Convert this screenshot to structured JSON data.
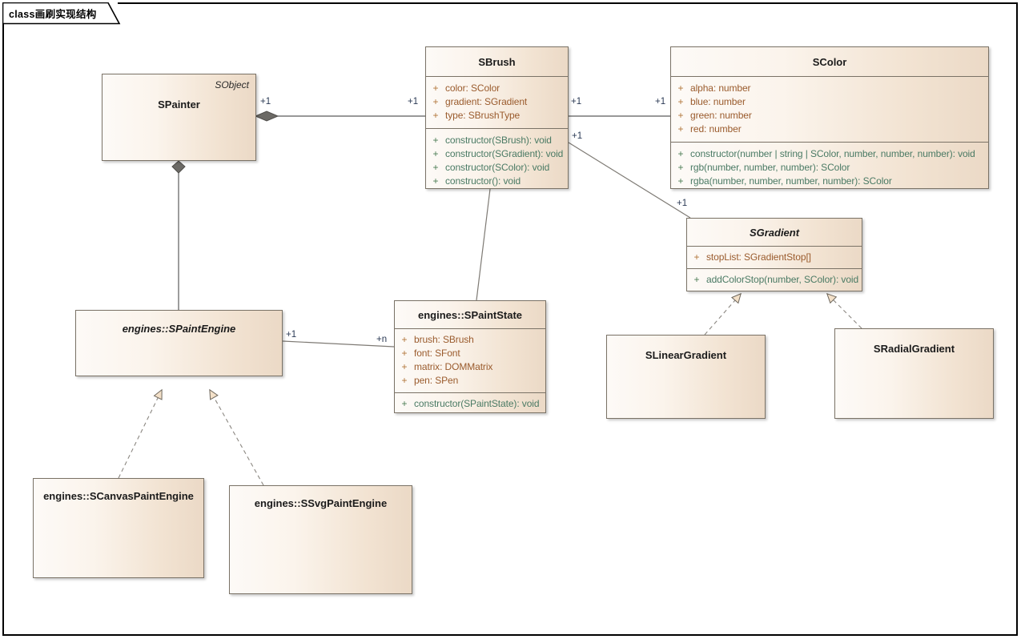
{
  "diagram": {
    "tab_label": "class画刷实现结构",
    "palette": {
      "box_fill_light": "#fdfaf7",
      "box_fill_dark": "#ebd9c6",
      "box_border": "#7a7266",
      "attribute_text": "#9a5b2d",
      "operation_text": "#4a7a64",
      "visibility_attr": "#b2763a",
      "visibility_op": "#4c7d55",
      "multiplicity_text": "#2b3a55",
      "link_line": "#5c5c5c",
      "arrow_fill": "#f2dfc6",
      "page_background": "#ffffff"
    }
  },
  "classes": {
    "spainter": {
      "name": "SPainter",
      "stereotype": "SObject",
      "abstract": false,
      "attributes": [],
      "operations": []
    },
    "sbrush": {
      "name": "SBrush",
      "abstract": false,
      "attributes": [
        {
          "vis": "+",
          "text": "color: SColor"
        },
        {
          "vis": "+",
          "text": "gradient: SGradient"
        },
        {
          "vis": "+",
          "text": "type: SBrushType"
        }
      ],
      "operations": [
        {
          "vis": "+",
          "text": "constructor(SBrush): void"
        },
        {
          "vis": "+",
          "text": "constructor(SGradient): void"
        },
        {
          "vis": "+",
          "text": "constructor(SColor): void"
        },
        {
          "vis": "+",
          "text": "constructor(): void"
        }
      ]
    },
    "scolor": {
      "name": "SColor",
      "abstract": false,
      "attributes": [
        {
          "vis": "+",
          "text": "alpha: number"
        },
        {
          "vis": "+",
          "text": "blue: number"
        },
        {
          "vis": "+",
          "text": "green: number"
        },
        {
          "vis": "+",
          "text": "red: number"
        }
      ],
      "operations": [
        {
          "vis": "+",
          "text": "constructor(number | string | SColor, number, number, number): void"
        },
        {
          "vis": "+",
          "text": "rgb(number, number, number): SColor"
        },
        {
          "vis": "+",
          "text": "rgba(number, number, number, number): SColor"
        }
      ]
    },
    "sgradient": {
      "name": "SGradient",
      "abstract": true,
      "attributes": [
        {
          "vis": "+",
          "text": "stopList: SGradientStop[]"
        }
      ],
      "operations": [
        {
          "vis": "+",
          "text": "addColorStop(number, SColor): void"
        }
      ]
    },
    "slineargradient": {
      "name": "SLinearGradient",
      "abstract": false,
      "attributes": [],
      "operations": []
    },
    "sradialgradient": {
      "name": "SRadialGradient",
      "abstract": false,
      "attributes": [],
      "operations": []
    },
    "spaintengine": {
      "name": "engines::SPaintEngine",
      "abstract": true,
      "attributes": [],
      "operations": []
    },
    "spaintstate": {
      "name": "engines::SPaintState",
      "abstract": false,
      "attributes": [
        {
          "vis": "+",
          "text": "brush: SBrush"
        },
        {
          "vis": "+",
          "text": "font: SFont"
        },
        {
          "vis": "+",
          "text": "matrix: DOMMatrix"
        },
        {
          "vis": "+",
          "text": "pen: SPen"
        }
      ],
      "operations": [
        {
          "vis": "+",
          "text": "constructor(SPaintState): void"
        }
      ]
    },
    "scanvaspaintengine": {
      "name": "engines::SCanvasPaintEngine",
      "abstract": false,
      "attributes": [],
      "operations": []
    },
    "ssvgpaintengine": {
      "name": "engines::SSvgPaintEngine",
      "abstract": false,
      "attributes": [],
      "operations": []
    }
  },
  "multiplicities": {
    "painter_brush_source": "+1",
    "painter_brush_target": "+1",
    "brush_color_source": "+1",
    "brush_color_target": "+1",
    "brush_gradient_source": "+1",
    "brush_gradient_target": "+1",
    "engine_state_source": "+1",
    "engine_state_target": "+n"
  },
  "relations": [
    {
      "name": "spainter-composes-sbrush",
      "kind": "composition"
    },
    {
      "name": "sbrush-associates-scolor",
      "kind": "association"
    },
    {
      "name": "sbrush-associates-sgradient",
      "kind": "association"
    },
    {
      "name": "spainter-composes-spaintengine",
      "kind": "composition"
    },
    {
      "name": "spaintengine-associates-spaintstate",
      "kind": "association"
    },
    {
      "name": "sbrush-links-spaintstate",
      "kind": "association"
    },
    {
      "name": "scanvaspaintengine-realizes-spaintengine",
      "kind": "realization"
    },
    {
      "name": "ssvgpaintengine-realizes-spaintengine",
      "kind": "realization"
    },
    {
      "name": "slineargradient-realizes-sgradient",
      "kind": "realization"
    },
    {
      "name": "sradialgradient-realizes-sgradient",
      "kind": "realization"
    }
  ]
}
